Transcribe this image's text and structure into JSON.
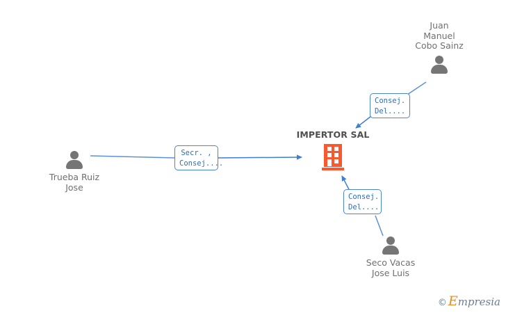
{
  "diagram": {
    "type": "org-relationship-graph",
    "background_color": "#ffffff",
    "company": {
      "name": "IMPERTOR SAL",
      "icon": "building-icon",
      "icon_color": "#f9592f",
      "title_color": "#4f4f4f"
    },
    "people": [
      {
        "id": "juan-manuel-cobo-sainz",
        "name": "Juan\nManuel\nCobo Sainz",
        "icon": "person-icon",
        "icon_color": "#757575",
        "position": "top-right",
        "label_above_icon": true
      },
      {
        "id": "trueba-ruiz-jose",
        "name": "Trueba Ruiz\nJose",
        "icon": "person-icon",
        "icon_color": "#757575",
        "position": "left",
        "label_above_icon": false
      },
      {
        "id": "seco-vacas-jose-luis",
        "name": "Seco Vacas\nJose Luis",
        "icon": "person-icon",
        "icon_color": "#757575",
        "position": "bottom-right",
        "label_above_icon": false
      }
    ],
    "relations": [
      {
        "id": "rel-juan-manuel",
        "from": "juan-manuel-cobo-sainz",
        "to": "IMPERTOR SAL",
        "label": "Consej.\nDel....",
        "border_color": "#4a86c8",
        "text_color": "#2f6fb5"
      },
      {
        "id": "rel-trueba-ruiz",
        "from": "trueba-ruiz-jose",
        "to": "IMPERTOR SAL",
        "label": "Secr. ,\nConsej....",
        "border_color": "#4a86c8",
        "text_color": "#2f6fb5"
      },
      {
        "id": "rel-seco-vacas",
        "from": "seco-vacas-jose-luis",
        "to": "IMPERTOR SAL",
        "label": "Consej.\nDel....",
        "border_color": "#4a86c8",
        "text_color": "#2f6fb5"
      }
    ],
    "connector_color": "#3f7fd0"
  },
  "watermark": {
    "copyright": "©",
    "brand_initial": "E",
    "brand_rest": "mpresia",
    "initial_color": "#f08a1e",
    "text_color": "#6b7f93"
  }
}
